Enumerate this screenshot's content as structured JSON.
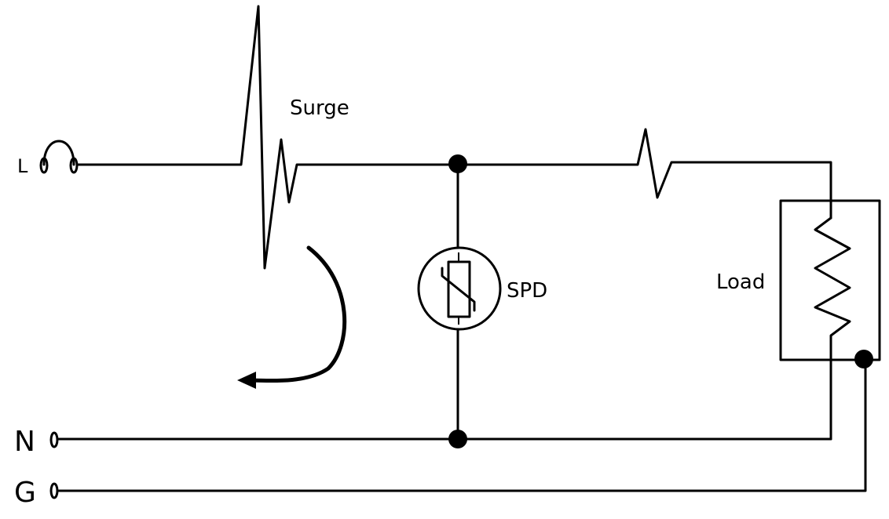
{
  "diagram": {
    "labels": {
      "line": "L",
      "neutral": "N",
      "ground": "G",
      "surge": "Surge",
      "spd": "SPD",
      "load": "Load"
    }
  }
}
